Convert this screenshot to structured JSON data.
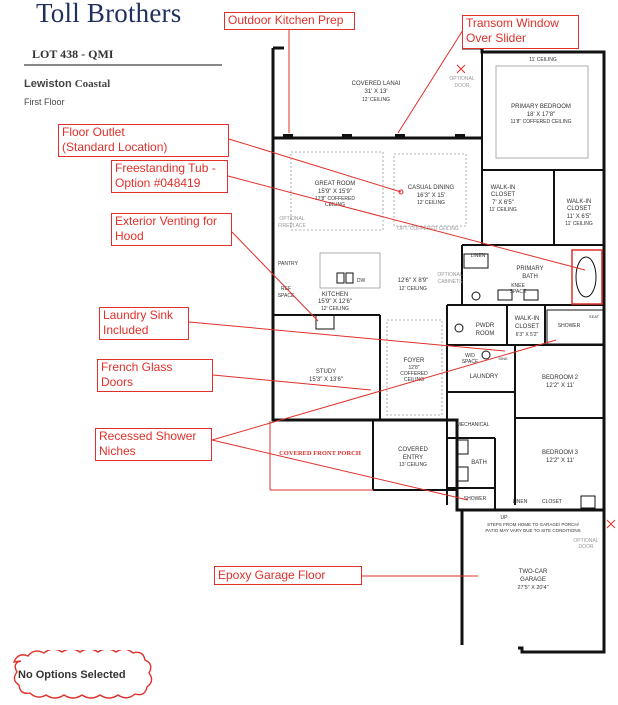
{
  "header": {
    "brand": "Toll Brothers",
    "lot": "LOT 438  - QMI",
    "model_name": "Lewiston",
    "model_collection": "Coastal",
    "floor": "First Floor"
  },
  "callouts": {
    "outdoor_kitchen": "Outdoor Kitchen Prep",
    "transom_line1": "Transom Window",
    "transom_line2": "Over Slider",
    "floor_outlet_line1": "Floor Outlet",
    "floor_outlet_line2": "(Standard Location)",
    "tub_line1": "Freestanding Tub -",
    "tub_line2": "Option #048419",
    "venting_line1": "Exterior Venting for",
    "venting_line2": "Hood",
    "laundry_line1": "Laundry Sink",
    "laundry_line2": "Included",
    "french_line1": "French Glass",
    "french_line2": "Doors",
    "shower_line1": "Recessed Shower",
    "shower_line2": "Niches",
    "epoxy": "Epoxy Garage Floor"
  },
  "rooms": {
    "lanai_name": "COVERED LANAI",
    "lanai_dim": "31' X 13'",
    "lanai_ceiling": "12' CEILING",
    "optional_door": "OPTIONAL",
    "optional_door2": "DOOR",
    "bedroom_ceiling_top": "11' CEILING",
    "primary_bedroom": "PRIMARY BEDROOM",
    "primary_bedroom_dim": "18' X 17'8\"",
    "primary_bedroom_ceiling": "11'8\" COFFERED CEILING",
    "great_room": "GREAT ROOM",
    "great_room_dim": "15'9\" X 15'9\"",
    "great_room_ceiling1": "12'8\" COFFERED",
    "great_room_ceiling2": "CEILING",
    "casual_dining": "CASUAL DINING",
    "casual_dining_dim": "16'3\" X 15'",
    "casual_dining_ceiling": "12' CEILING",
    "optional_fireplace1": "OPTIONAL",
    "optional_fireplace2": "FIREPLACE",
    "opt_coffered": "OPT. COFFERED CEILING",
    "wic1": "WALK-IN",
    "wic1b": "CLOSET",
    "wic1_dim": "7' X 6'5\"",
    "wic1_ceiling": "11' CEILING",
    "wic2": "WALK-IN",
    "wic2b": "CLOSET",
    "wic2_dim": "11' X 6'5\"",
    "wic2_ceiling": "11' CEILING",
    "pantry": "PANTRY",
    "ref1": "REF",
    "ref2": "SPACE",
    "kitchen": "KITCHEN",
    "kitchen_dim": "15'9\" X 12'6\"",
    "kitchen_ceiling": "12' CEILING",
    "dw": "DW",
    "hall_dim": "12'6\" X 8'9\"",
    "hall_ceiling": "12' CEILING",
    "linen": "LINEN",
    "optional_cabinets1": "OPTIONAL",
    "optional_cabinets2": "CABINETS",
    "primary_bath1": "PRIMARY",
    "primary_bath2": "BATH",
    "knee1": "KNEE",
    "knee2": "SPACE",
    "pwdr1": "PWDR",
    "pwdr2": "ROOM",
    "wic3a": "WALK-IN",
    "wic3b": "CLOSET",
    "wic3_dim": "6'3\" X 5'2\"",
    "shower": "SHOWER",
    "seat": "SEAT",
    "study": "STUDY",
    "study_dim": "15'3\" X 13'6\"",
    "foyer": "FOYER",
    "foyer_ceiling1": "12'8\"",
    "foyer_ceiling2": "COFFERED",
    "foyer_ceiling3": "CEILING",
    "wd1": "W/D",
    "wd2": "SPACE",
    "sink": "SINK",
    "laundry": "LAUNDRY",
    "bedroom2": "BEDROOM 2",
    "bedroom2_dim": "12'2\" X 11'",
    "mechanical": "MECHANICAL",
    "covered_porch": "COVERED FRONT PORCH",
    "covered_entry1": "COVERED",
    "covered_entry2": "ENTRY",
    "covered_entry_ceiling": "13' CEILING",
    "bath": "BATH",
    "bedroom3": "BEDROOM 3",
    "bedroom3_dim": "12'2\" X 11'",
    "shower2": "SHOWER",
    "linen2": "LINEN",
    "closet": "CLOSET",
    "up": "UP",
    "steps_note1": "STEPS FROM HOME TO GARAGE/ PORCH/",
    "steps_note2": "PATIO MAY VARY DUE TO SITE CONDITIONS",
    "optional_door_b1": "OPTIONAL",
    "optional_door_b2": "DOOR",
    "garage1": "TWO-CAR",
    "garage2": "GARAGE",
    "garage_dim": "27'5\" X 20'4\""
  },
  "footer": {
    "no_options": "No Options Selected"
  },
  "colors": {
    "accent": "#e0302a",
    "brand": "#1f2f5e",
    "wall": "#111111"
  }
}
